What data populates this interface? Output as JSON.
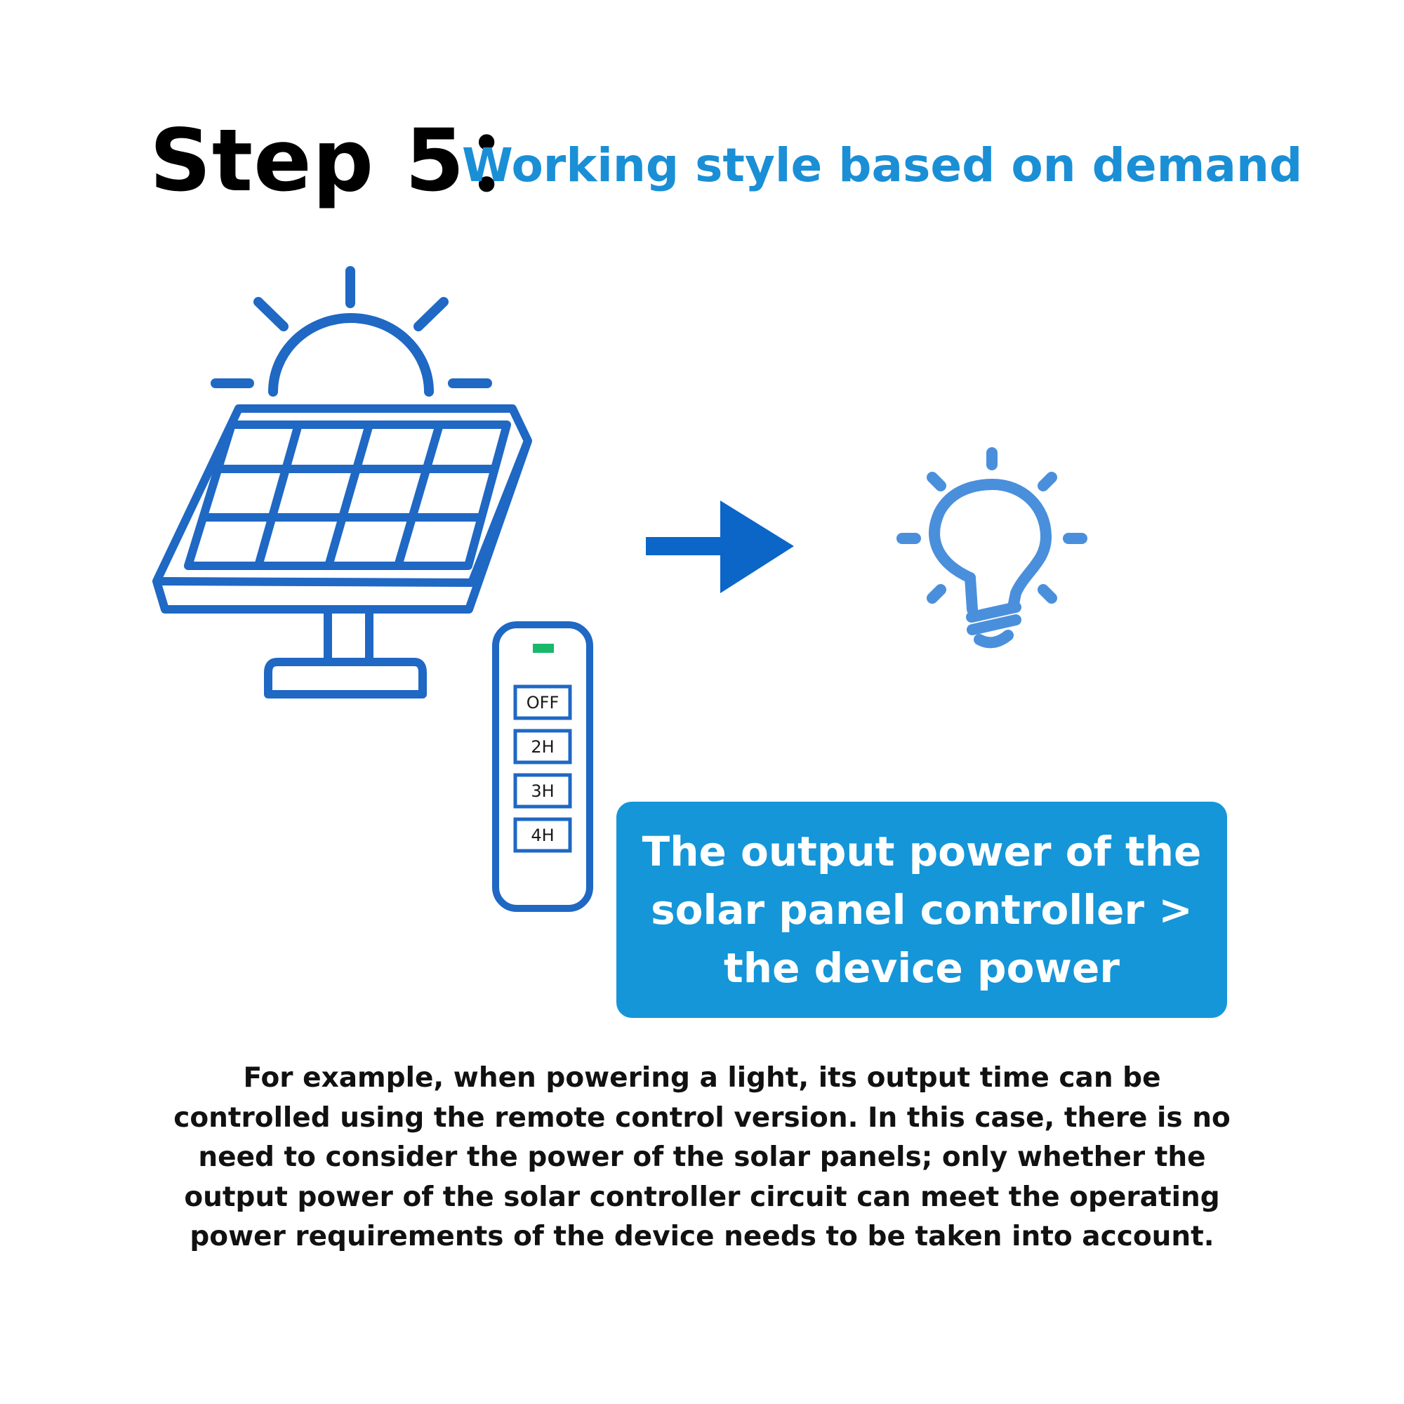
{
  "title": {
    "step": "Step 5：",
    "subtitle": "Working style based on demand"
  },
  "remote": {
    "buttons": [
      "OFF",
      "2H",
      "3H",
      "4H"
    ],
    "indicator_color": "#19b86a"
  },
  "callout": {
    "text": "The output power of the solar panel controller > the device power"
  },
  "description": "For example, when powering a light, its output time can be controlled using the remote control version. In this case, there is no need to consider the power of the solar panels; only whether the output power of the solar controller circuit can meet the operating power requirements of the device needs to be taken into account.",
  "colors": {
    "panel_stroke": "#1f68c4",
    "arrow": "#0b66c8",
    "bulb": "#4a8fdc",
    "callout_bg": "#1596d8",
    "subtitle": "#1a8fd6"
  },
  "icons": [
    "sun-icon",
    "solar-panel-icon",
    "remote-control-icon",
    "arrow-right-icon",
    "light-bulb-icon"
  ]
}
